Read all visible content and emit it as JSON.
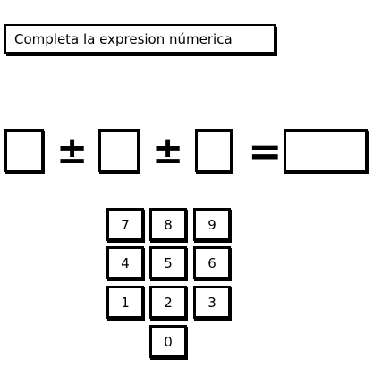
{
  "title": "Completa la expresion númerica",
  "expression": {
    "operator_1": "±",
    "operator_2": "±",
    "equals": "="
  },
  "keypad": {
    "keys": [
      "7",
      "8",
      "9",
      "4",
      "5",
      "6",
      "1",
      "2",
      "3",
      "0"
    ]
  }
}
